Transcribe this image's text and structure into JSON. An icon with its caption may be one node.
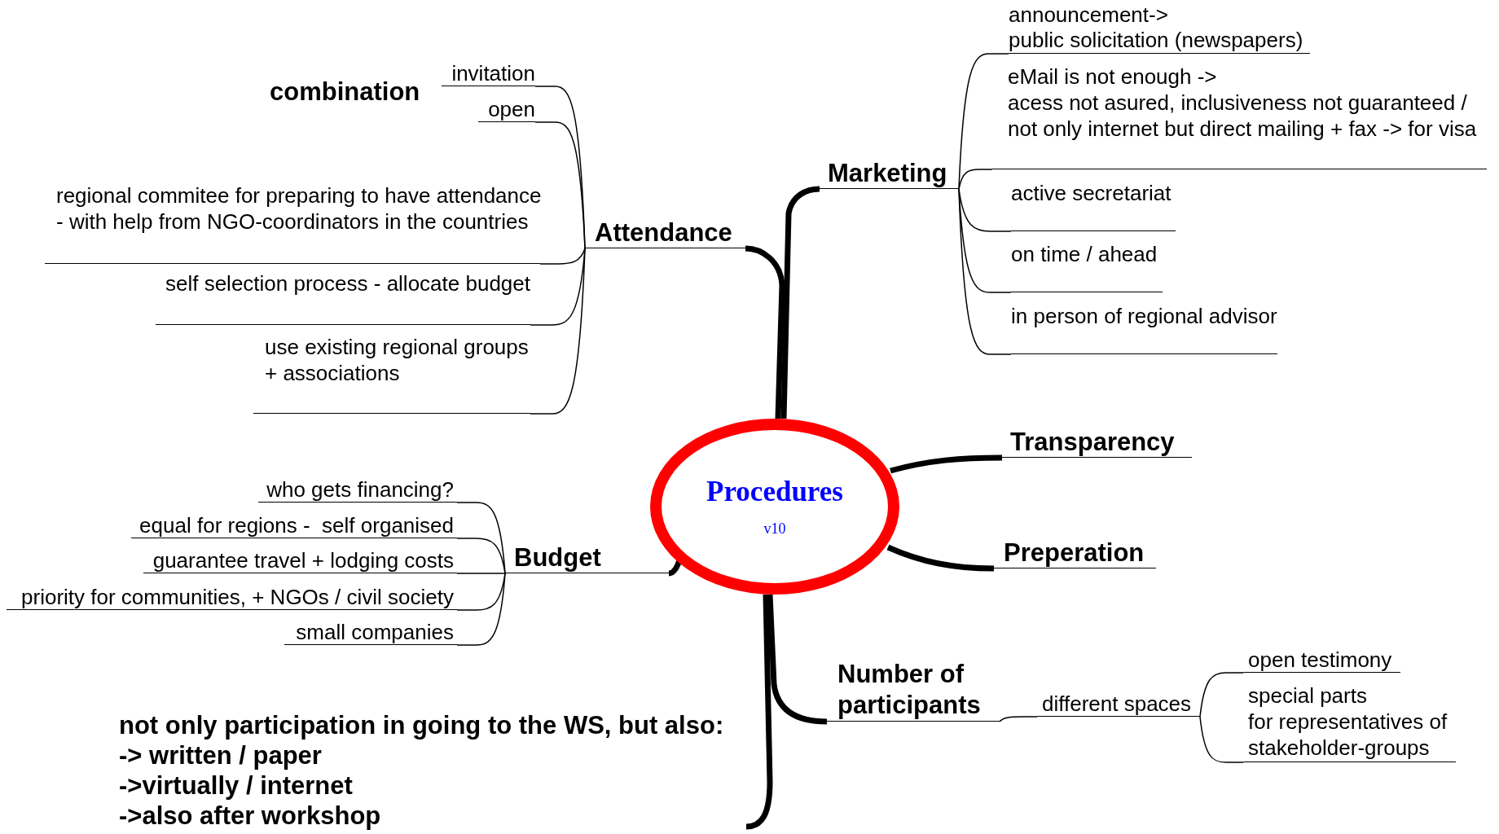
{
  "diagram": {
    "nodes": [
      {
        "text": [
          "Procedures",
          "v10"
        ]
      },
      {
        "text": [
          "Attendance"
        ]
      },
      {
        "text": [
          "invitation"
        ]
      },
      {
        "text": [
          "open"
        ]
      },
      {
        "text": [
          "regional commitee for preparing to have attendance",
          "- with help from NGO-coordinators in the countries"
        ]
      },
      {
        "text": [
          "self selection process - allocate budget"
        ]
      },
      {
        "text": [
          "use existing regional groups",
          "+ associations"
        ]
      },
      {
        "text": [
          "Marketing"
        ]
      },
      {
        "text": [
          "announcement->",
          "public solicitation (newspapers)"
        ]
      },
      {
        "text": [
          "eMail is not enough ->",
          "acess not asured, inclusiveness not guaranteed /",
          "not only internet but direct mailing + fax -> for visa"
        ]
      },
      {
        "text": [
          "active secretariat"
        ]
      },
      {
        "text": [
          "on time / ahead"
        ]
      },
      {
        "text": [
          "in person of regional advisor"
        ]
      },
      {
        "text": [
          "Transparency"
        ]
      },
      {
        "text": [
          "Preperation"
        ]
      },
      {
        "text": [
          "Budget"
        ]
      },
      {
        "text": [
          "who gets financing?"
        ]
      },
      {
        "text": [
          "equal for regions -  self organised"
        ]
      },
      {
        "text": [
          "guarantee travel + lodging costs"
        ]
      },
      {
        "text": [
          "priority for communities, + NGOs / civil society"
        ]
      },
      {
        "text": [
          "small companies"
        ]
      },
      {
        "text": [
          "Number of participants"
        ]
      },
      {
        "text": [
          "different spaces"
        ]
      },
      {
        "text": [
          "open testimony"
        ]
      },
      {
        "text": [
          "special parts",
          "for representatives of",
          "stakeholder-groups"
        ]
      },
      {
        "text": [
          "not only participation in going to the WS, but also:",
          "-> written / paper",
          "->virtually / internet",
          "->also after workshop"
        ]
      }
    ],
    "edges": [
      {
        "from": 0,
        "to": 1,
        "arrow": "none",
        "style": "thick"
      },
      {
        "from": 0,
        "to": 7,
        "arrow": "none",
        "style": "thick"
      },
      {
        "from": 0,
        "to": 13,
        "arrow": "none",
        "style": "thick"
      },
      {
        "from": 0,
        "to": 14,
        "arrow": "none",
        "style": "thick"
      },
      {
        "from": 0,
        "to": 15,
        "arrow": "none",
        "style": "thick"
      },
      {
        "from": 0,
        "to": 21,
        "arrow": "none",
        "style": "thick"
      },
      {
        "from": 0,
        "to": 25,
        "arrow": "none",
        "style": "thick"
      },
      {
        "from": 1,
        "to": 2,
        "arrow": "none"
      },
      {
        "from": 1,
        "to": 3,
        "arrow": "none"
      },
      {
        "from": 1,
        "to": 4,
        "arrow": "none"
      },
      {
        "from": 1,
        "to": 5,
        "arrow": "none"
      },
      {
        "from": 1,
        "to": 6,
        "arrow": "none"
      },
      {
        "from": 7,
        "to": 8,
        "arrow": "none"
      },
      {
        "from": 7,
        "to": 9,
        "arrow": "none"
      },
      {
        "from": 7,
        "to": 10,
        "arrow": "none"
      },
      {
        "from": 7,
        "to": 11,
        "arrow": "none"
      },
      {
        "from": 7,
        "to": 12,
        "arrow": "none"
      },
      {
        "from": 15,
        "to": 16,
        "arrow": "none"
      },
      {
        "from": 15,
        "to": 17,
        "arrow": "none"
      },
      {
        "from": 15,
        "to": 18,
        "arrow": "none"
      },
      {
        "from": 15,
        "to": 19,
        "arrow": "none"
      },
      {
        "from": 15,
        "to": 20,
        "arrow": "none"
      },
      {
        "from": 21,
        "to": 22,
        "arrow": "none"
      },
      {
        "from": 22,
        "to": 23,
        "arrow": "none"
      },
      {
        "from": 22,
        "to": 24,
        "arrow": "none"
      }
    ],
    "labels": [
      "combination"
    ]
  }
}
